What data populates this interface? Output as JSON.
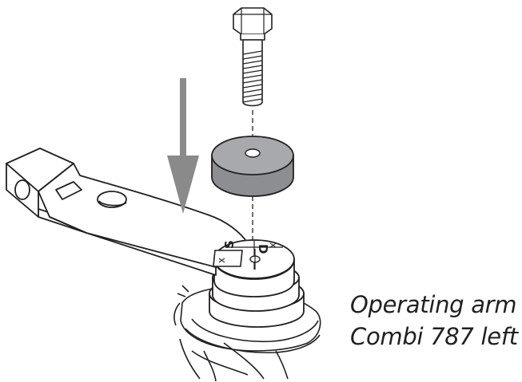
{
  "caption": {
    "line1": "Operating arm",
    "line2": "Combi 787 left"
  },
  "markings": {
    "side_left": "S",
    "side_right": "D",
    "x_left": "x",
    "x_right": "x"
  },
  "colors": {
    "line": "#231f20",
    "arrow": "#8a8a8a",
    "washer": "#a7a9ac",
    "washer_side": "#8c8e91",
    "part_fill": "#ffffff"
  }
}
